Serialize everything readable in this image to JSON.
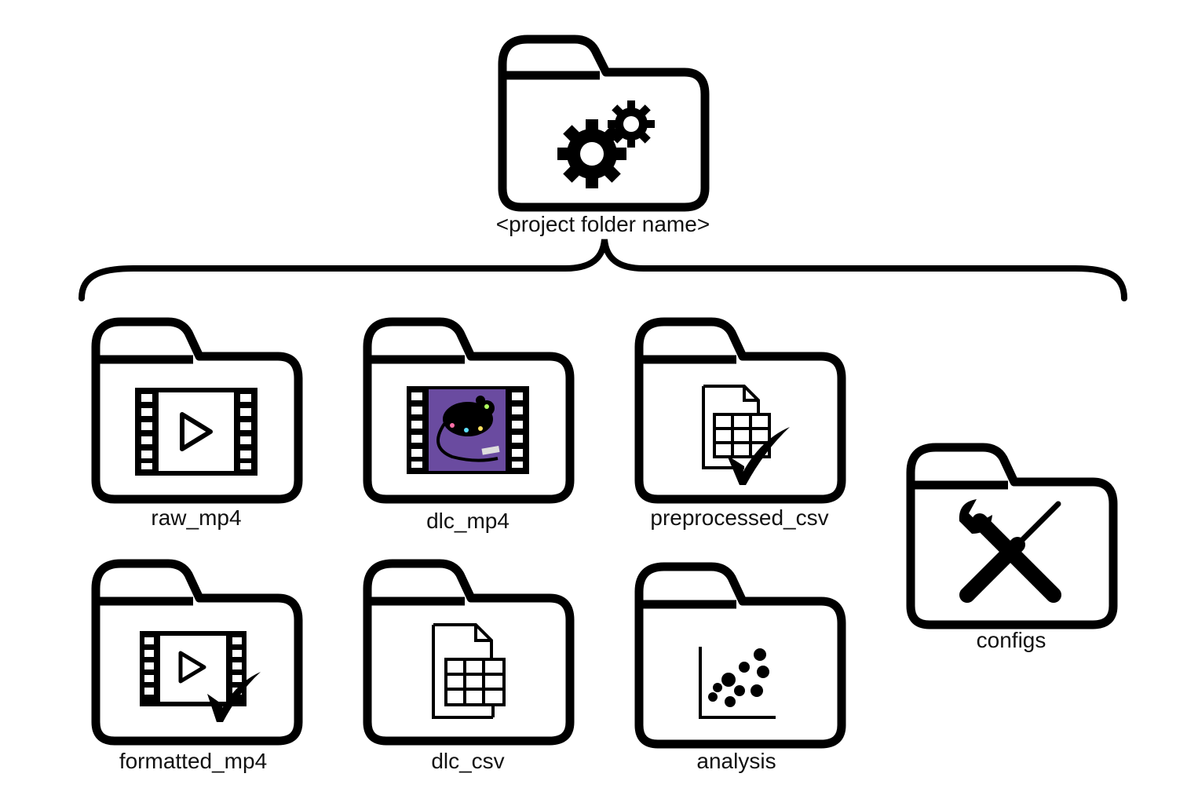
{
  "root": {
    "label": "<project folder name>",
    "icon": "gears-icon"
  },
  "subfolders": [
    {
      "label": "raw_mp4",
      "icon": "film-play-icon"
    },
    {
      "label": "dlc_mp4",
      "icon": "film-mouse-tracking-icon"
    },
    {
      "label": "preprocessed_csv",
      "icon": "spreadsheet-check-icon"
    },
    {
      "label": "formatted_mp4",
      "icon": "film-play-check-icon"
    },
    {
      "label": "dlc_csv",
      "icon": "spreadsheet-icon"
    },
    {
      "label": "analysis",
      "icon": "scatter-plot-icon"
    },
    {
      "label": "configs",
      "icon": "wrench-screwdriver-icon"
    }
  ],
  "colors": {
    "stroke": "#000000",
    "dlc_video_bg": "#6a4ba0"
  }
}
